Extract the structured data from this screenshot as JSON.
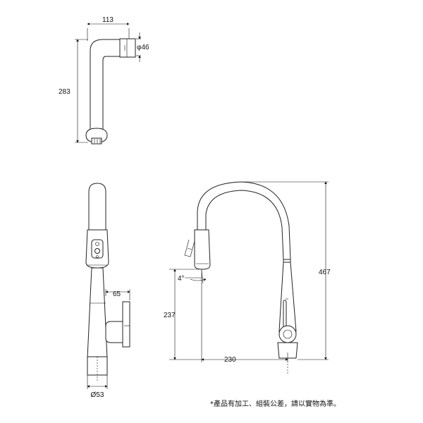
{
  "dimensions": {
    "top_width": "113",
    "top_diameter": "φ46",
    "top_height": "283",
    "side_handle": "65",
    "side_base_diameter": "Ø53",
    "front_angle": "4°",
    "front_spout_height": "237",
    "front_total_height": "467",
    "front_reach": "230"
  },
  "footnote": "*產品有加工、組裝公差，請以實物為準。"
}
